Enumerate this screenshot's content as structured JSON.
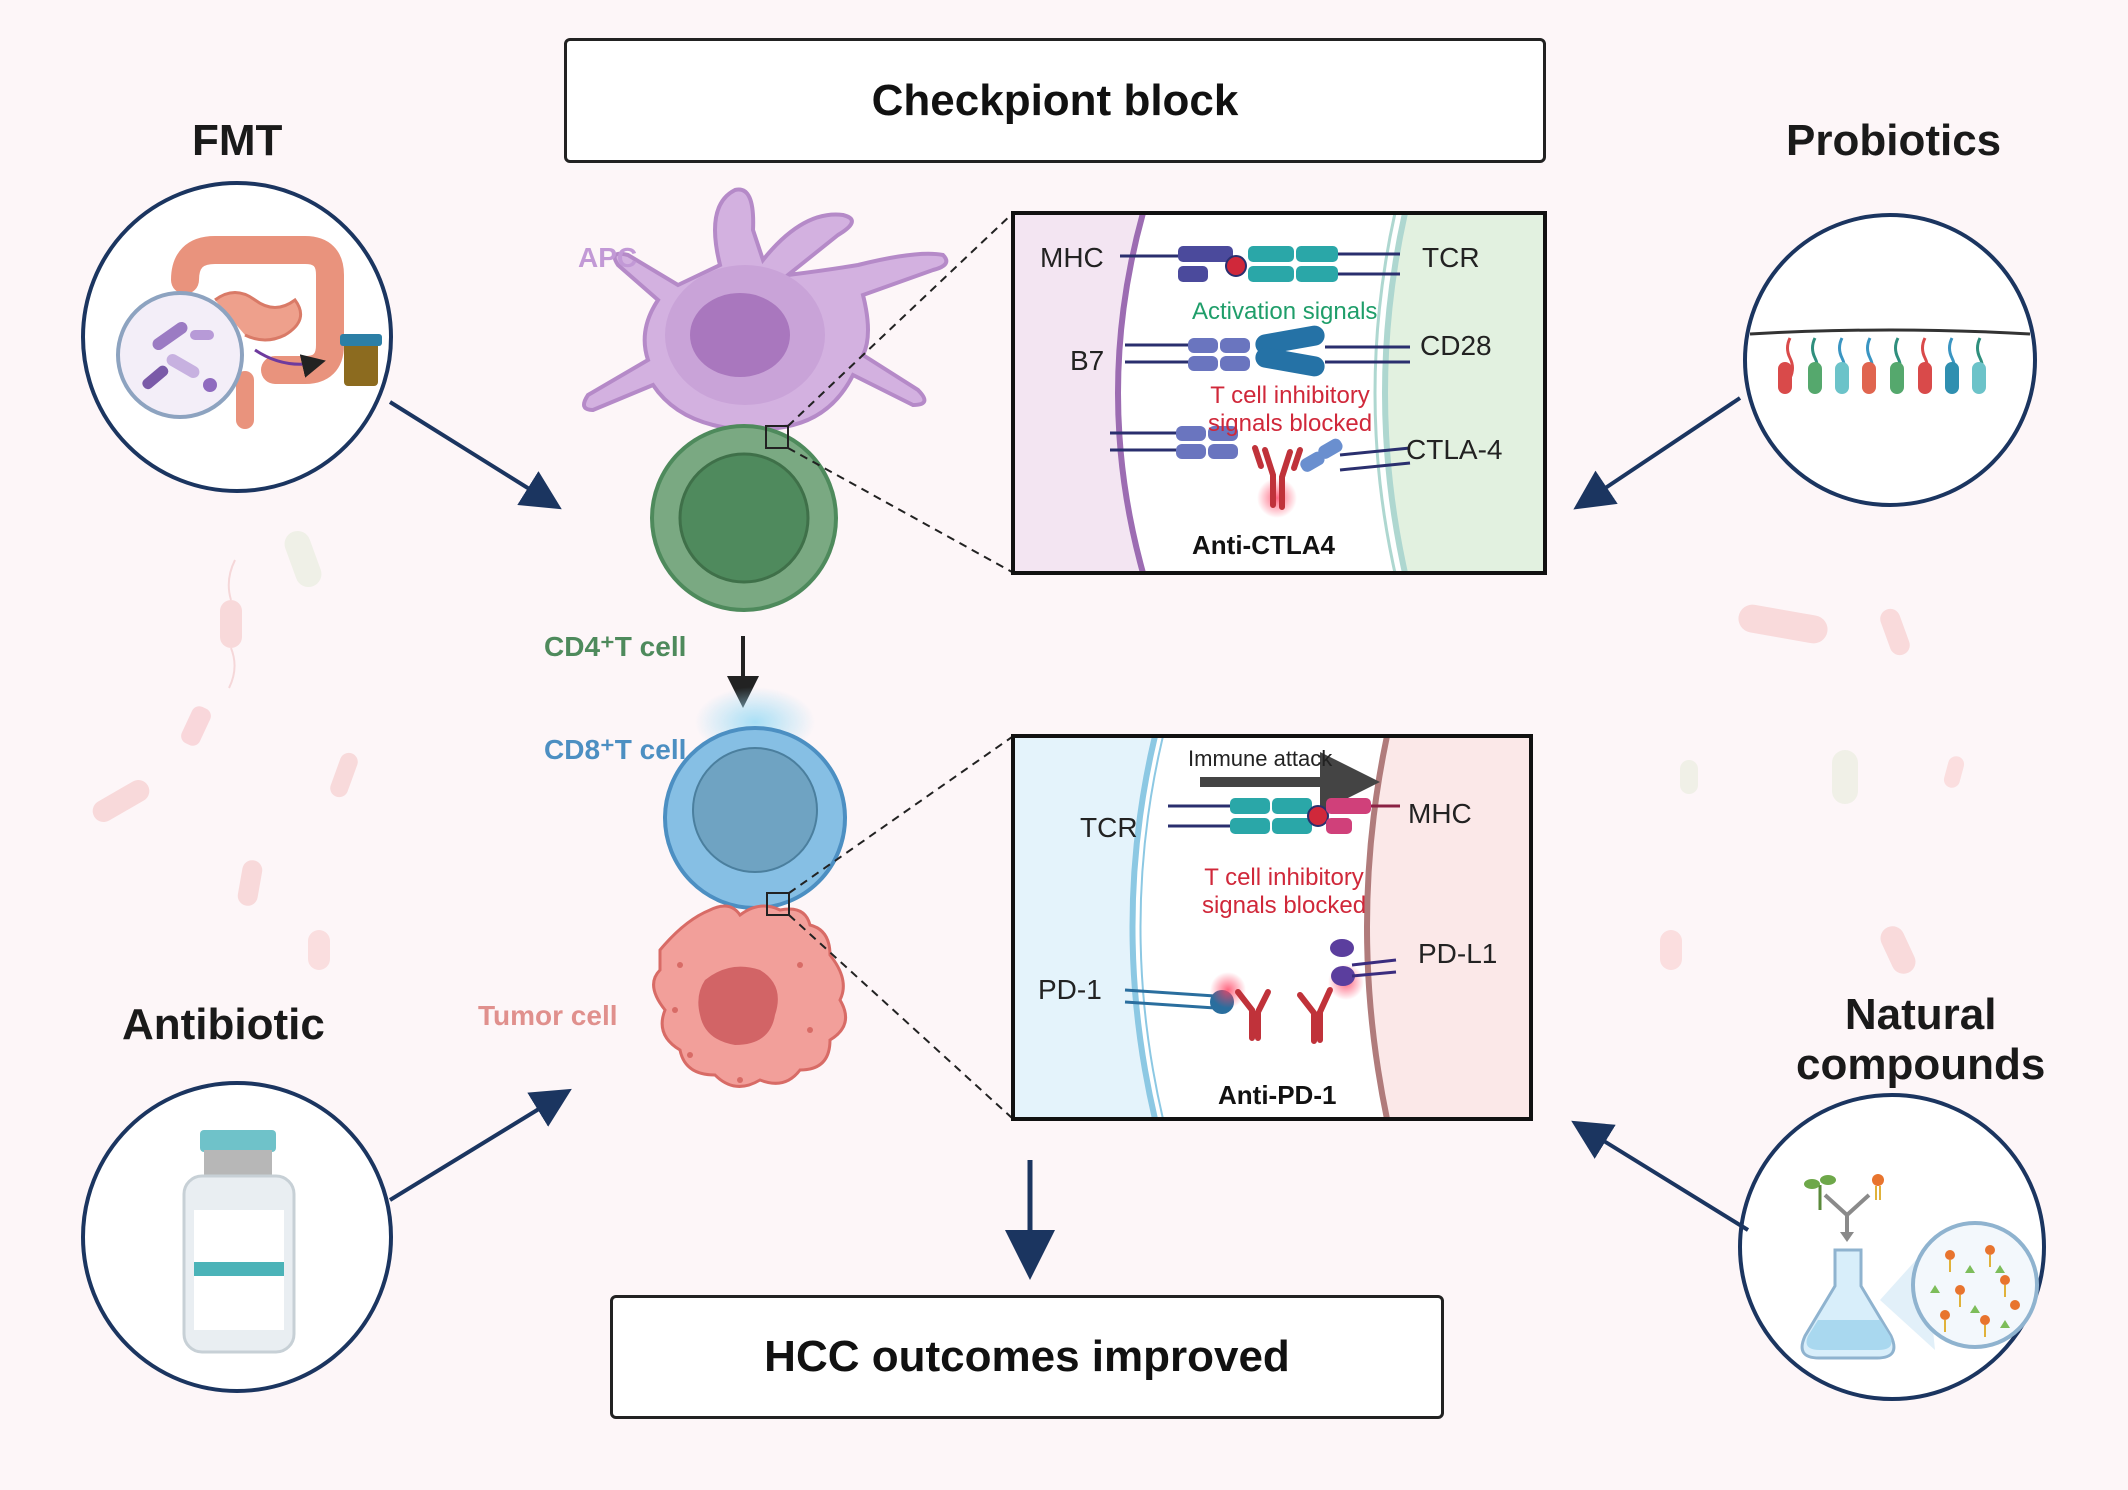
{
  "header": {
    "title": "Checkpiont block"
  },
  "footer": {
    "title": "HCC outcomes improved"
  },
  "interventions": {
    "fmt": "FMT",
    "probiotics": "Probiotics",
    "antibiotic": "Antibiotic",
    "natural_line1": "Natural",
    "natural_line2": "compounds"
  },
  "cells": {
    "apc": "APC",
    "cd4": "CD4⁺T cell",
    "cd8": "CD8⁺T cell",
    "tumor": "Tumor cell"
  },
  "ctla4_panel": {
    "mhc": "MHC",
    "tcr": "TCR",
    "activation": "Activation signals",
    "b7": "B7",
    "cd28": "CD28",
    "blocked_line1": "T cell inhibitory",
    "blocked_line2": "signals blocked",
    "ctla4": "CTLA-4",
    "drug": "Anti-CTLA4"
  },
  "pd1_panel": {
    "attack": "Immune attack",
    "tcr": "TCR",
    "mhc": "MHC",
    "blocked_line1": "T cell inhibitory",
    "blocked_line2": "signals blocked",
    "pdl1": "PD-L1",
    "pd1": "PD-1",
    "drug": "Anti-PD-1"
  },
  "colors": {
    "navy_arrow": "#1b3560",
    "apc": "#c9a3d8",
    "cd4": "#5d9a6e",
    "cd8": "#7fb6dc",
    "tumor": "#ee8f8f",
    "inhibit_red": "#d0283a"
  }
}
